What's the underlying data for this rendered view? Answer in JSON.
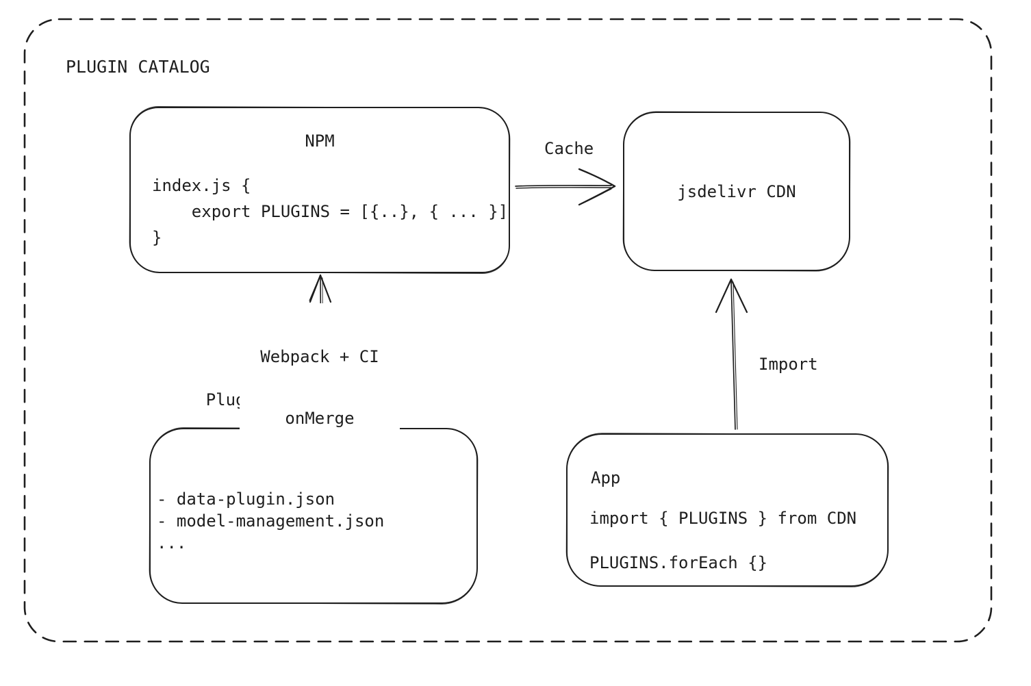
{
  "diagram": {
    "title": "PLUGIN CATALOG",
    "colors": {
      "stroke": "#1e1e1e",
      "background": "#ffffff"
    },
    "nodes": {
      "npm": {
        "title": "NPM",
        "code_lines": [
          "index.js {",
          "    export PLUGINS = [{..}, { ... }]",
          "}"
        ]
      },
      "cdn": {
        "title": "jsdelivr CDN"
      },
      "repo": {
        "title": "Plugin Catalog Repo",
        "items": [
          "- data-plugin.json",
          "- model-management.json",
          "..."
        ]
      },
      "app": {
        "title": "App",
        "code_lines": [
          "import { PLUGINS } from CDN",
          "PLUGINS.forEach {}"
        ]
      }
    },
    "edges": {
      "cache": {
        "label": "Cache",
        "from": "NPM",
        "to": "jsdelivr CDN"
      },
      "webpack": {
        "label_line1": "Webpack + CI",
        "label_line2": "onMerge",
        "from": "Plugin Catalog Repo",
        "to": "NPM"
      },
      "import": {
        "label": "Import",
        "from": "App",
        "to": "jsdelivr CDN"
      }
    }
  }
}
